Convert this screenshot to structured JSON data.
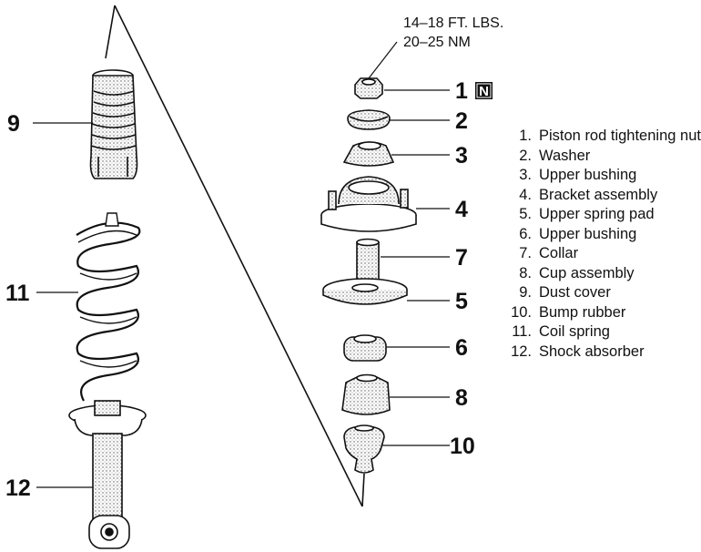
{
  "torque": {
    "line1": "14–18 FT. LBS.",
    "line2": "20–25 NM"
  },
  "callouts": {
    "c1": "1",
    "c1_badge": "N",
    "c2": "2",
    "c3": "3",
    "c4": "4",
    "c7": "7",
    "c5": "5",
    "c6": "6",
    "c8": "8",
    "c10": "10",
    "c9": "9",
    "c11": "11",
    "c12": "12"
  },
  "legend": [
    {
      "num": "1.",
      "label": "Piston rod tightening nut"
    },
    {
      "num": "2.",
      "label": "Washer"
    },
    {
      "num": "3.",
      "label": "Upper bushing"
    },
    {
      "num": "4.",
      "label": "Bracket assembly"
    },
    {
      "num": "5.",
      "label": "Upper spring pad"
    },
    {
      "num": "6.",
      "label": "Upper bushing"
    },
    {
      "num": "7.",
      "label": "Collar"
    },
    {
      "num": "8.",
      "label": "Cup assembly"
    },
    {
      "num": "9.",
      "label": "Dust cover"
    },
    {
      "num": "10.",
      "label": "Bump rubber"
    },
    {
      "num": "11.",
      "label": "Coil spring"
    },
    {
      "num": "12.",
      "label": "Shock absorber"
    }
  ]
}
